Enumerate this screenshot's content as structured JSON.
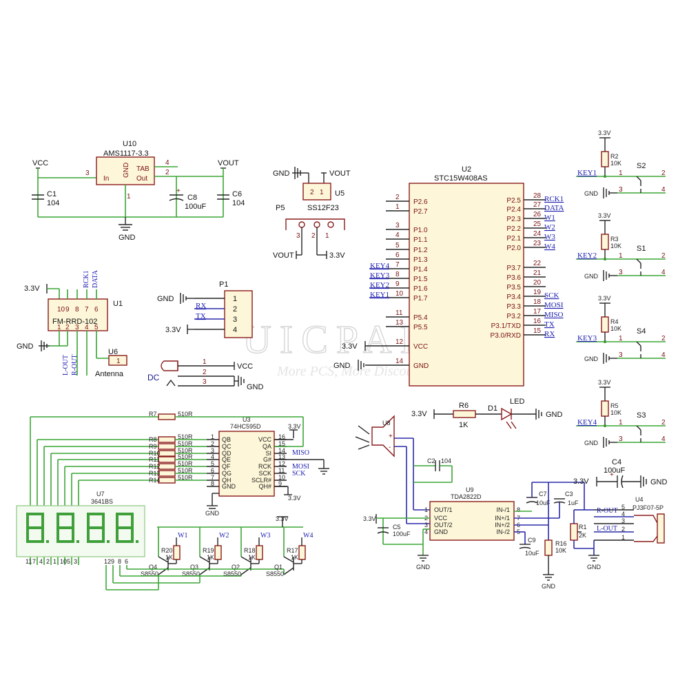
{
  "watermark": {
    "brand": "UICPAL",
    "mark": "®",
    "slogan": "More PCS, More Discount"
  },
  "power": {
    "vcc": "VCC",
    "vout": "VOUT",
    "gnd": "GND",
    "v33": "3.3V",
    "u10_ref": "U10",
    "u10_part": "AMS1117-3.3",
    "u10_in": "In",
    "u10_gnd": "GND",
    "u10_tab": "TAB",
    "u10_out": "Out",
    "pin3": "3",
    "pin4": "4",
    "pin2": "2",
    "pin1": "1",
    "c1": "C1",
    "c1v": "104",
    "c8": "C8",
    "c8v": "100uF",
    "c6": "C6",
    "c6v": "104",
    "plus": "+"
  },
  "switch_u5": {
    "ref": "U5",
    "part": "SS12F23",
    "p5": "P5",
    "pin2": "2",
    "pin1": "1",
    "pin3": "3",
    "pin2b": "2",
    "pin1b": "1"
  },
  "mcu": {
    "ref": "U2",
    "part": "STC15W408AS",
    "left_pins": [
      {
        "num": "2",
        "name": "P2.6",
        "net": ""
      },
      {
        "num": "1",
        "name": "P2.7",
        "net": ""
      },
      {
        "num": "3",
        "name": "P1.0",
        "net": ""
      },
      {
        "num": "4",
        "name": "P1.1",
        "net": ""
      },
      {
        "num": "5",
        "name": "P1.2",
        "net": ""
      },
      {
        "num": "6",
        "name": "P1.3",
        "net": ""
      },
      {
        "num": "7",
        "name": "P1.4",
        "net": "KEY4"
      },
      {
        "num": "8",
        "name": "P1.5",
        "net": "KEY3"
      },
      {
        "num": "9",
        "name": "P1.6",
        "net": "KEY2"
      },
      {
        "num": "10",
        "name": "P1.7",
        "net": "KEY1"
      },
      {
        "num": "11",
        "name": "P5.4",
        "net": ""
      },
      {
        "num": "13",
        "name": "P5.5",
        "net": ""
      },
      {
        "num": "12",
        "name": "VCC",
        "net": "3.3V"
      },
      {
        "num": "14",
        "name": "GND",
        "net": "GND"
      }
    ],
    "right_pins": [
      {
        "num": "28",
        "name": "P2.5",
        "net": "RCK1"
      },
      {
        "num": "27",
        "name": "P2.4",
        "net": "DATA"
      },
      {
        "num": "26",
        "name": "P2.3",
        "net": "W1"
      },
      {
        "num": "25",
        "name": "P2.2",
        "net": "W2"
      },
      {
        "num": "24",
        "name": "P2.1",
        "net": "W3"
      },
      {
        "num": "23",
        "name": "P2.0",
        "net": "W4"
      },
      {
        "num": "22",
        "name": "P3.7",
        "net": ""
      },
      {
        "num": "21",
        "name": "P3.6",
        "net": ""
      },
      {
        "num": "20",
        "name": "P3.5",
        "net": ""
      },
      {
        "num": "19",
        "name": "P3.4",
        "net": "SCK"
      },
      {
        "num": "18",
        "name": "P3.3",
        "net": "MOSI"
      },
      {
        "num": "17",
        "name": "P3.2",
        "net": "MISO"
      },
      {
        "num": "16",
        "name": "P3.1/TXD",
        "net": "TX"
      },
      {
        "num": "15",
        "name": "P3.0/RXD",
        "net": "RX"
      }
    ]
  },
  "keys": [
    {
      "r": "R2",
      "rv": "10K",
      "s": "S2",
      "net": "KEY1",
      "pa": "1",
      "pb": "2",
      "pc": "3",
      "pd": "4"
    },
    {
      "r": "R3",
      "rv": "10K",
      "s": "S1",
      "net": "KEY2",
      "pa": "1",
      "pb": "2",
      "pc": "3",
      "pd": "4"
    },
    {
      "r": "R4",
      "rv": "10K",
      "s": "S4",
      "net": "KEY3",
      "pa": "1",
      "pb": "2",
      "pc": "3",
      "pd": "4"
    },
    {
      "r": "R5",
      "rv": "10K",
      "s": "S3",
      "net": "KEY4",
      "pa": "1",
      "pb": "2",
      "pc": "3",
      "pd": "4"
    }
  ],
  "radio": {
    "ref": "U1",
    "part": "FM-RRD-102",
    "top_pins": [
      "10",
      "9",
      "8",
      "7",
      "6"
    ],
    "bot_pins": [
      "1",
      "2",
      "3",
      "4",
      "5"
    ],
    "net_rck": "RCK1",
    "net_data": "DATA",
    "net_lout": "L-OUT",
    "net_rout": "R-OUT",
    "ant_ref": "U6",
    "ant_pin": "1",
    "ant_name": "Antenna"
  },
  "p1": {
    "ref": "P1",
    "pins": [
      "1",
      "2",
      "3",
      "4"
    ],
    "nets": [
      "GND",
      "RX",
      "TX",
      "3.3V"
    ]
  },
  "dc": {
    "label": "DC",
    "pins": [
      "1",
      "2",
      "3"
    ]
  },
  "led": {
    "r": "R6",
    "rv": "1K",
    "d": "D1",
    "dname": "LED"
  },
  "shift": {
    "ref": "U3",
    "part": "74HC595D",
    "left": [
      {
        "num": "1",
        "name": "QB"
      },
      {
        "num": "2",
        "name": "QC"
      },
      {
        "num": "3",
        "name": "QD"
      },
      {
        "num": "4",
        "name": "QE"
      },
      {
        "num": "5",
        "name": "QF"
      },
      {
        "num": "6",
        "name": "QG"
      },
      {
        "num": "7",
        "name": "QH"
      },
      {
        "num": "8",
        "name": "GND"
      }
    ],
    "right": [
      {
        "num": "16",
        "name": "VCC"
      },
      {
        "num": "15",
        "name": "QA"
      },
      {
        "num": "14",
        "name": "SI"
      },
      {
        "num": "13",
        "name": "G#"
      },
      {
        "num": "12",
        "name": "RCK"
      },
      {
        "num": "11",
        "name": "SCK"
      },
      {
        "num": "10",
        "name": "SCLR#"
      },
      {
        "num": "9",
        "name": "QH#"
      }
    ],
    "r7": "R7",
    "rseg": [
      "R8",
      "R9",
      "R10",
      "R11",
      "R12",
      "R13",
      "R14"
    ],
    "rv": "510R",
    "net_miso": "MISO",
    "net_mosi": "MOSI",
    "net_sck": "SCK"
  },
  "display": {
    "ref": "U7",
    "part": "3641BS",
    "bot_pins": [
      "11",
      "7",
      "4",
      "2",
      "1",
      "10",
      "5",
      "3"
    ],
    "com_pins": [
      "12",
      "9",
      "8",
      "6"
    ]
  },
  "drivers": [
    {
      "q": "Q4",
      "part": "S8550",
      "r": "R20",
      "rv": "1K",
      "net": "W1"
    },
    {
      "q": "Q3",
      "part": "S8550",
      "r": "R19",
      "rv": "1K",
      "net": "W2"
    },
    {
      "q": "Q2",
      "part": "S8550",
      "r": "R18",
      "rv": "1K",
      "net": "W3"
    },
    {
      "q": "Q1",
      "part": "S8550",
      "r": "R17",
      "rv": "1K",
      "net": "W4"
    }
  ],
  "amp": {
    "spk": "U8",
    "spk_plus": "+",
    "spk_minus": "-",
    "ref": "U9",
    "part": "TDA2822D",
    "left": [
      {
        "num": "1",
        "name": "OUT/1"
      },
      {
        "num": "2",
        "name": "VCC"
      },
      {
        "num": "3",
        "name": "OUT/2"
      },
      {
        "num": "4",
        "name": "GND"
      }
    ],
    "right": [
      {
        "num": "8",
        "name": "IN-/1"
      },
      {
        "num": "7",
        "name": "IN+/1"
      },
      {
        "num": "6",
        "name": "IN+/2"
      },
      {
        "num": "5",
        "name": "IN-/2"
      }
    ],
    "c2": "C2",
    "c2v": "104",
    "c5": "C5",
    "c5v": "100uF",
    "c7": "C7",
    "c7v": "10uF",
    "c3": "C3",
    "c3v": "1uF",
    "c9": "C9",
    "c9v": "10uF",
    "r16": "R16",
    "r16v": "10K",
    "r1": "R1",
    "r1v": "2K",
    "c4": "C4",
    "c4v": "100uF",
    "jack": "U4",
    "jack_part": "PJ3F07-5P",
    "jack_pins": [
      "5",
      "4",
      "3",
      "2",
      "1"
    ],
    "net_rout": "R-OUT",
    "net_lout": "L-OUT"
  }
}
